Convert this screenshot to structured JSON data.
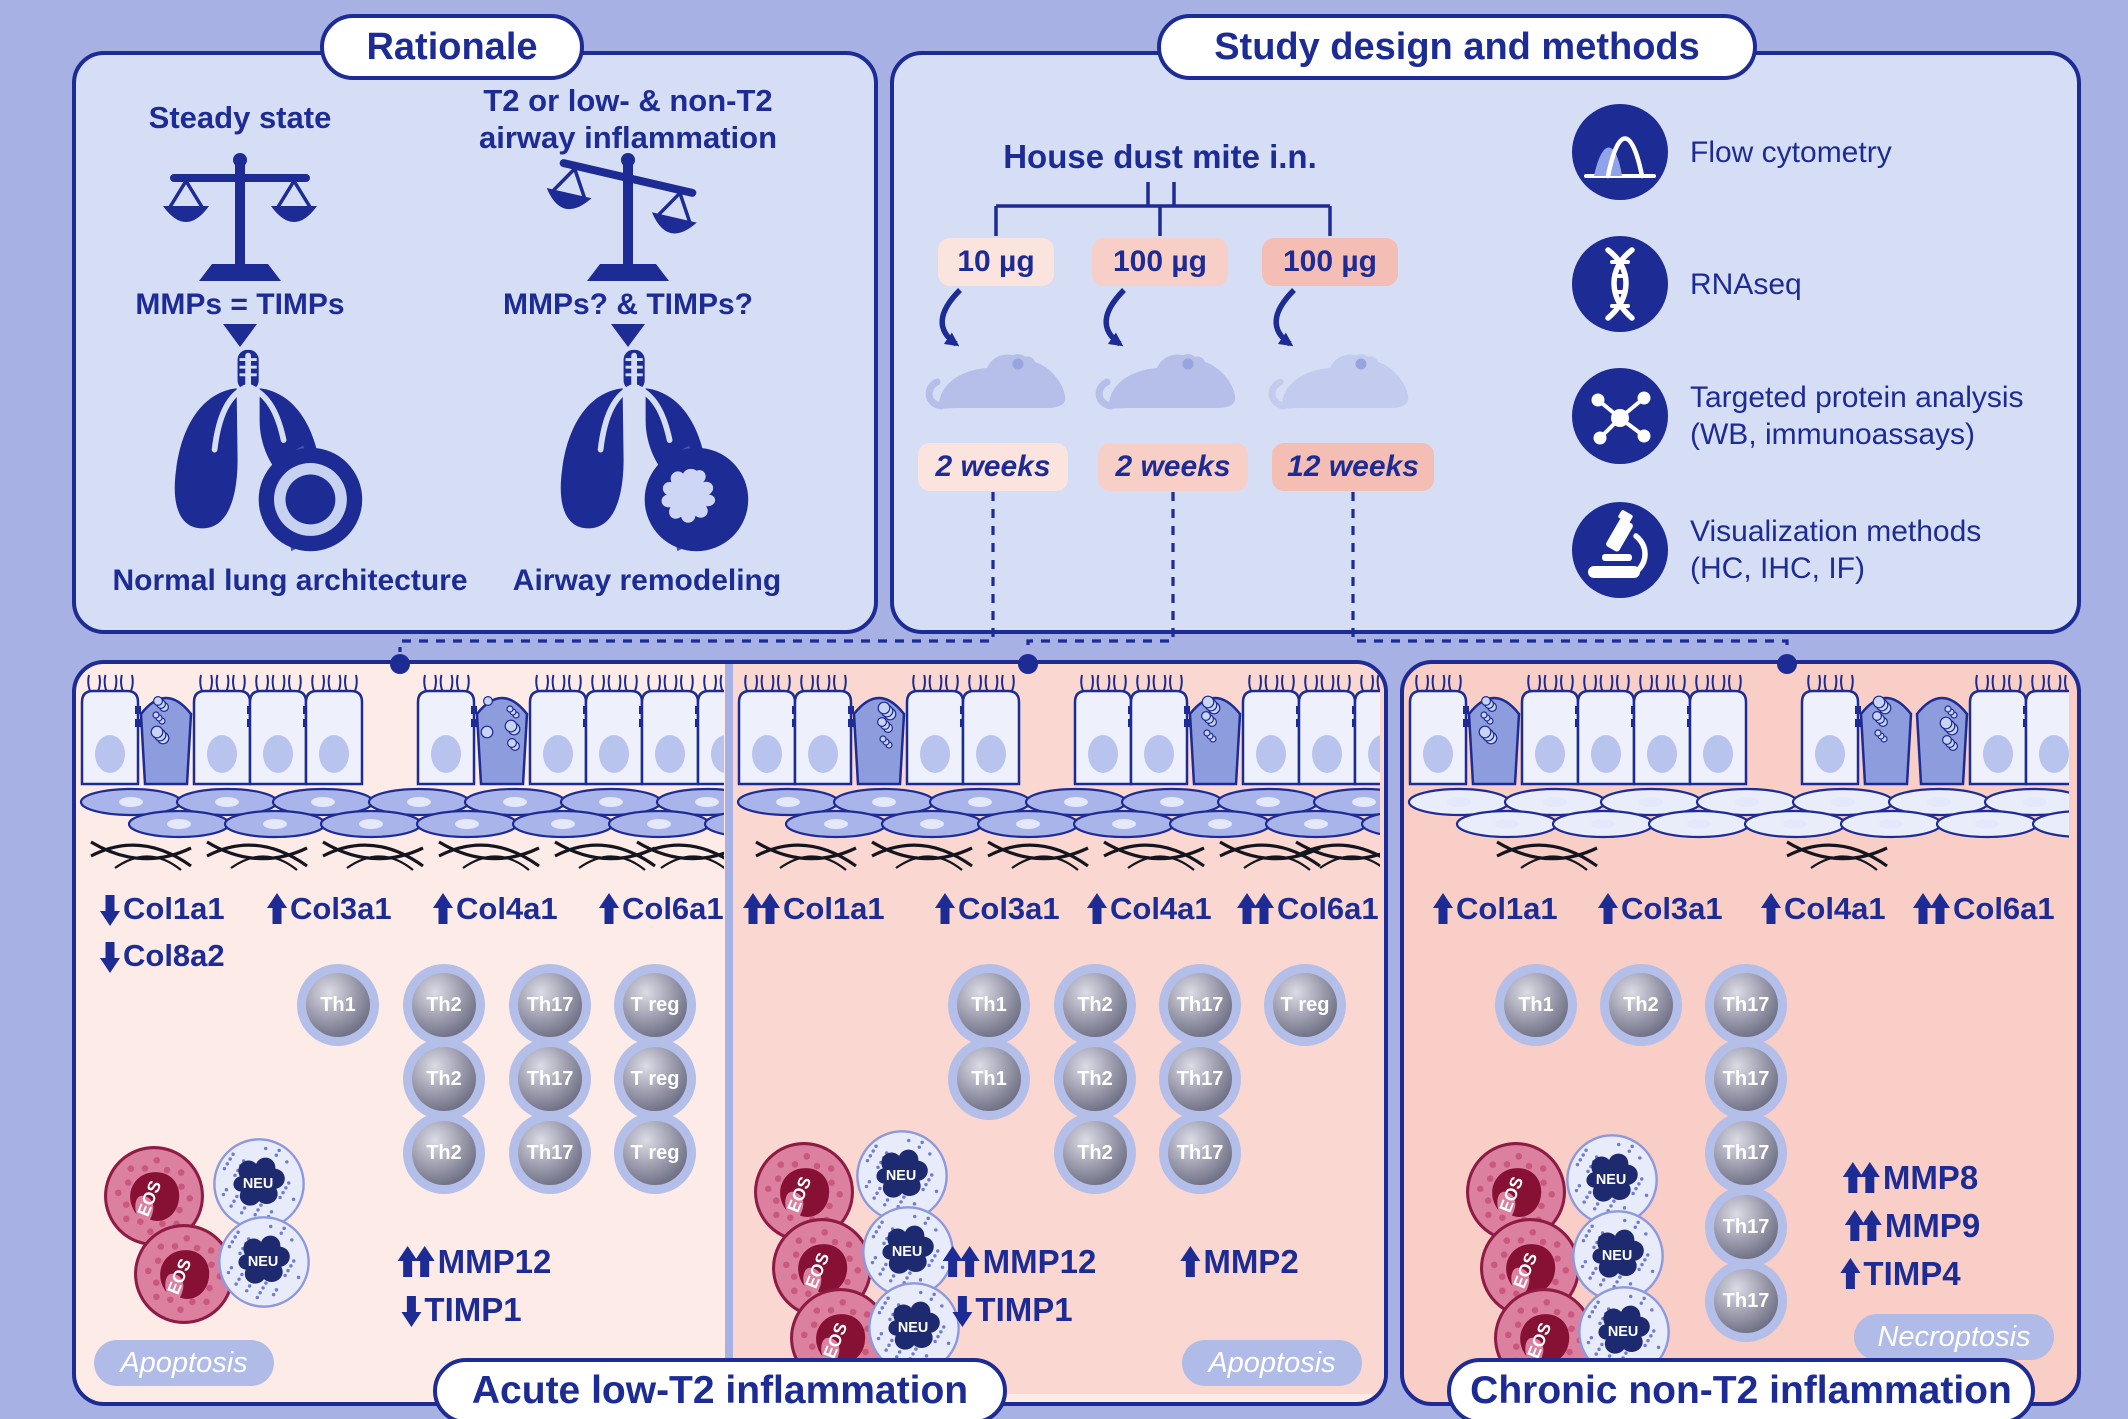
{
  "colors": {
    "background": "#a7b1e3",
    "panel_blue": "#d6def6",
    "navy": "#1d2b94",
    "acute_low_bg": "#fdebe7",
    "acute_high_bg": "#fad8d1",
    "chronic_bg": "#f8cec6",
    "dose_tints": [
      "#fbe4de",
      "#f8cfc7",
      "#f5beb4"
    ],
    "eosinophil": "#dc809f",
    "neutrophil": "#e8ecfa",
    "t_cell_ring": "#b3bee9"
  },
  "rationale": {
    "title": "Rationale",
    "columns": [
      {
        "heading": "Steady state",
        "heading2": "",
        "balance_label": "MMPs = TIMPs",
        "caption": "Normal lung architecture"
      },
      {
        "heading": "T2 or low- & non-T2",
        "heading2": "airway inflammation",
        "balance_label": "MMPs? & TIMPs?",
        "caption": "Airway remodeling"
      }
    ]
  },
  "study": {
    "title": "Study design and methods",
    "hdm_label": "House dust mite i.n.",
    "doses": [
      "10 µg",
      "100 µg",
      "100 µg"
    ],
    "durations": [
      "2 weeks",
      "2 weeks",
      "12 weeks"
    ],
    "methods": [
      {
        "name": "flow-cytometry",
        "lines": [
          "Flow cytometry"
        ]
      },
      {
        "name": "rnaseq",
        "lines": [
          "RNAseq"
        ]
      },
      {
        "name": "protein-analysis",
        "lines": [
          "Targeted protein analysis",
          "(WB, immunoassays)"
        ]
      },
      {
        "name": "visualization",
        "lines": [
          "Visualization methods",
          "(HC, IHC, IF)"
        ]
      }
    ]
  },
  "cell_labels": {
    "eos": "EOS",
    "neu": "NEU"
  },
  "panel_titles": {
    "acute": "Acute low-T2 inflammation",
    "chronic": "Chronic non-T2 inflammation"
  },
  "panels": [
    {
      "name": "acute-low-dose",
      "collagen_rows": [
        [
          {
            "dir": "down",
            "n": 1,
            "label": "Col1a1"
          },
          {
            "dir": "up",
            "n": 1,
            "label": "Col3a1"
          },
          {
            "dir": "up",
            "n": 1,
            "label": "Col4a1"
          },
          {
            "dir": "up",
            "n": 1,
            "label": "Col6a1"
          }
        ],
        [
          {
            "dir": "down",
            "n": 1,
            "label": "Col8a2"
          }
        ]
      ],
      "t_cell_columns": [
        {
          "label": "Th1",
          "count": 1
        },
        {
          "label": "Th2",
          "count": 3
        },
        {
          "label": "Th17",
          "count": 3
        },
        {
          "label": "T reg",
          "count": 3
        }
      ],
      "granulocytes": {
        "eos": 2,
        "neu": 2
      },
      "mediators": [
        {
          "dir": "up",
          "n": 2,
          "label": "MMP12"
        },
        {
          "dir": "down",
          "n": 1,
          "label": "TIMP1"
        }
      ],
      "death_label": "Apoptosis"
    },
    {
      "name": "acute-high-dose",
      "collagen_rows": [
        [
          {
            "dir": "up",
            "n": 2,
            "label": "Col1a1"
          },
          {
            "dir": "up",
            "n": 1,
            "label": "Col3a1"
          },
          {
            "dir": "up",
            "n": 1,
            "label": "Col4a1"
          },
          {
            "dir": "up",
            "n": 2,
            "label": "Col6a1"
          }
        ]
      ],
      "t_cell_columns": [
        {
          "label": "Th1",
          "count": 2
        },
        {
          "label": "Th2",
          "count": 3
        },
        {
          "label": "Th17",
          "count": 3
        },
        {
          "label": "T reg",
          "count": 1
        }
      ],
      "granulocytes": {
        "eos": 3,
        "neu": 3
      },
      "mediators": [
        {
          "dir": "up",
          "n": 2,
          "label": "MMP12"
        },
        {
          "dir": "up",
          "n": 1,
          "label": "MMP2"
        },
        {
          "dir": "down",
          "n": 1,
          "label": "TIMP1"
        }
      ],
      "death_label": "Apoptosis"
    },
    {
      "name": "chronic",
      "collagen_rows": [
        [
          {
            "dir": "up",
            "n": 1,
            "label": "Col1a1"
          },
          {
            "dir": "up",
            "n": 1,
            "label": "Col3a1"
          },
          {
            "dir": "up",
            "n": 1,
            "label": "Col4a1"
          },
          {
            "dir": "up",
            "n": 2,
            "label": "Col6a1"
          }
        ]
      ],
      "t_cell_columns": [
        {
          "label": "Th1",
          "count": 1
        },
        {
          "label": "Th2",
          "count": 1
        },
        {
          "label": "Th17",
          "count": 5
        }
      ],
      "granulocytes": {
        "eos": 3,
        "neu": 3
      },
      "mediators": [
        {
          "dir": "up",
          "n": 2,
          "label": "MMP8"
        },
        {
          "dir": "up",
          "n": 2,
          "label": "MMP9"
        },
        {
          "dir": "up",
          "n": 1,
          "label": "TIMP4"
        }
      ],
      "death_label": "Necroptosis"
    }
  ]
}
